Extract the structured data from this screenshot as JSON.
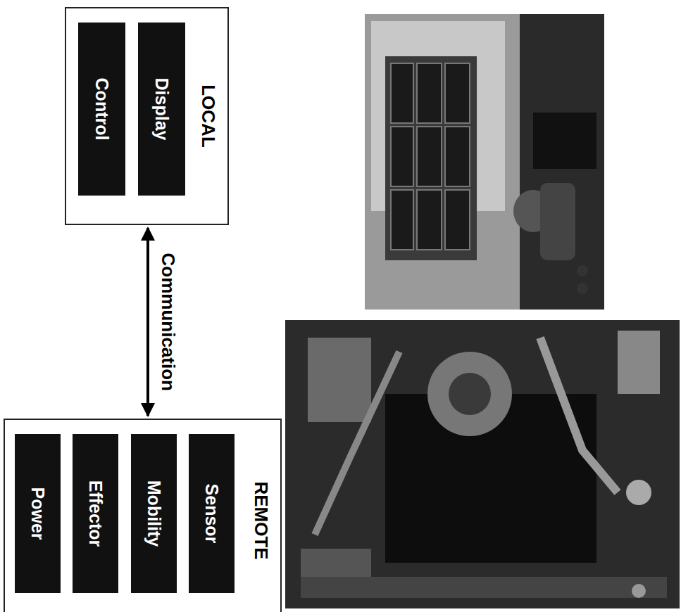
{
  "diagram": {
    "nodes": [
      {
        "text": [
          "LOCAL"
        ]
      },
      {
        "text": [
          "Display"
        ],
        "in": 0
      },
      {
        "text": [
          "Control"
        ],
        "in": 0
      },
      {
        "text": [
          "REMOTE"
        ]
      },
      {
        "text": [
          "Sensor"
        ],
        "in": 3
      },
      {
        "text": [
          "Mobility"
        ],
        "in": 3
      },
      {
        "text": [
          "Effector"
        ],
        "in": 3
      },
      {
        "text": [
          "Power"
        ],
        "in": 3
      }
    ],
    "edges": [
      {
        "from": 0,
        "to": 3,
        "label": "Communication",
        "arrow": "both"
      }
    ]
  }
}
